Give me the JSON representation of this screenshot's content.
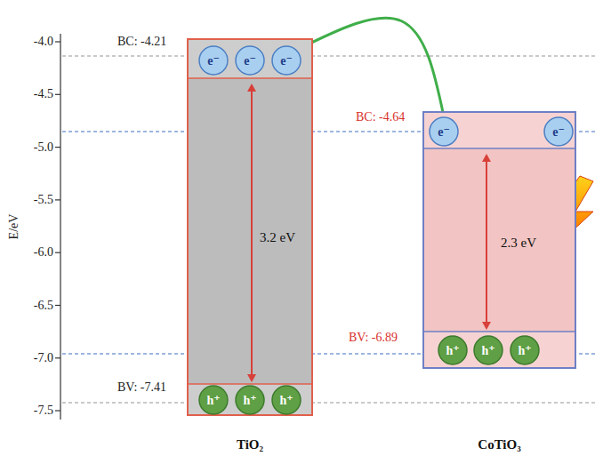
{
  "diagram": {
    "nodes": [
      {
        "text": [
          "3.2 eV",
          "TiO₂"
        ]
      },
      {
        "text": [
          "e⁻"
        ],
        "in": 0
      },
      {
        "text": [
          "e⁻"
        ],
        "in": 0
      },
      {
        "text": [
          "e⁻"
        ],
        "in": 0
      },
      {
        "text": [
          "h⁺"
        ],
        "in": 0
      },
      {
        "text": [
          "h⁺"
        ],
        "in": 0
      },
      {
        "text": [
          "h⁺"
        ],
        "in": 0
      },
      {
        "text": [
          "2.3 eV",
          "CoTiO₃"
        ]
      },
      {
        "text": [
          "e⁻"
        ],
        "in": 7
      },
      {
        "text": [
          "e⁻"
        ],
        "in": 7
      },
      {
        "text": [
          "h⁺"
        ],
        "in": 7
      },
      {
        "text": [
          "h⁺"
        ],
        "in": 7
      },
      {
        "text": [
          "h⁺"
        ],
        "in": 7
      }
    ],
    "edges": [
      {
        "from": 8,
        "to": 3,
        "arrow": "to"
      }
    ],
    "labels": [
      "-4.0",
      "-4.5",
      "-5.0",
      "-5.5",
      "-6.0",
      "-6.5",
      "-7.0",
      "-7.5",
      "E/eV",
      "BC: -4.21",
      "BV: -7.41",
      "BC: -4.64",
      "BV: -6.89"
    ]
  }
}
